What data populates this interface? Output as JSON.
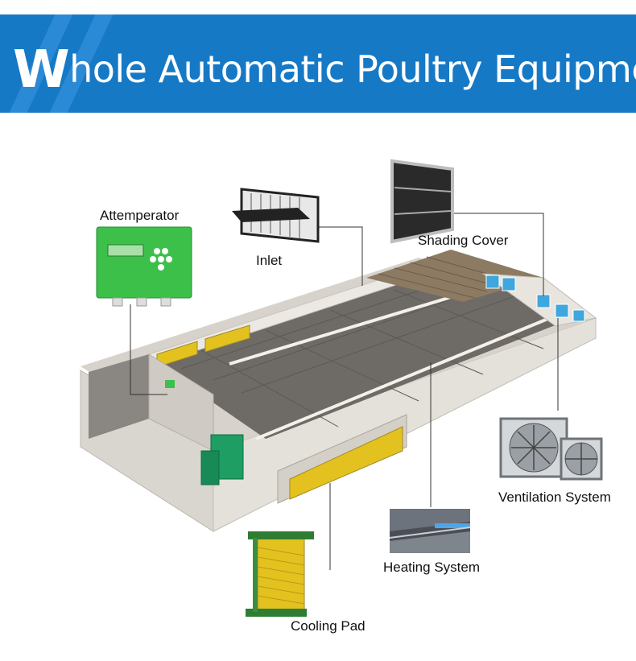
{
  "banner": {
    "title_first_letter": "W",
    "title_rest": "hole Automatic Poultry Equipment",
    "bg_color": "#1679c6"
  },
  "components": {
    "attemperator": "Attemperator",
    "inlet": "Inlet",
    "shading_cover": "Shading Cover",
    "ventilation_system": "Ventilation System",
    "heating_system": "Heating System",
    "cooling_pad": "Cooling Pad"
  },
  "colors": {
    "controller_green": "#3cc04a",
    "cooling_pad_yellow": "#e3c21f",
    "floor_gray": "#6e6a66",
    "wall_light": "#e9e6e1"
  }
}
